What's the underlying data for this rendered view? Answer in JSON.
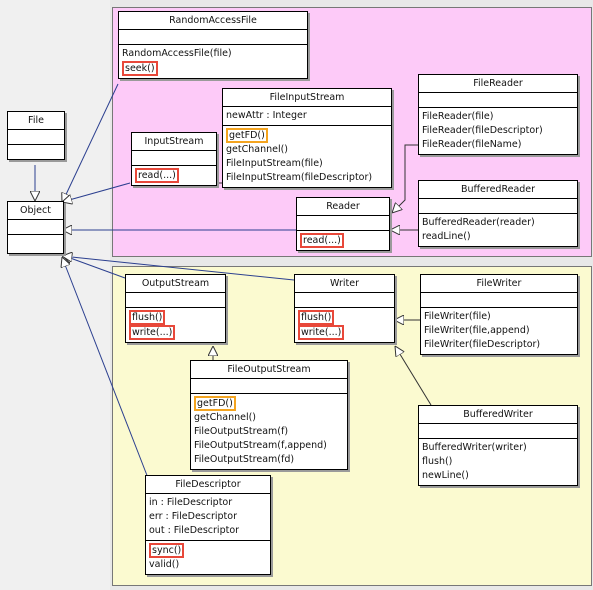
{
  "classes": {
    "random_access_file": {
      "name": "RandomAccessFile",
      "ops": [
        "RandomAccessFile(file)",
        "seek()"
      ]
    },
    "file_input_stream": {
      "name": "FileInputStream",
      "attrs": [
        "newAttr : Integer"
      ],
      "ops": [
        "getFD()",
        "getChannel()",
        "FileInputStream(file)",
        "FileInputStream(fileDescriptor)"
      ]
    },
    "input_stream": {
      "name": "InputStream",
      "ops": [
        "read(...)"
      ]
    },
    "file": {
      "name": "File"
    },
    "object": {
      "name": "Object"
    },
    "file_reader": {
      "name": "FileReader",
      "ops": [
        "FileReader(file)",
        "FileReader(fileDescriptor)",
        "FileReader(fileName)"
      ]
    },
    "buffered_reader": {
      "name": "BufferedReader",
      "ops": [
        "BufferedReader(reader)",
        "readLine()"
      ]
    },
    "reader": {
      "name": "Reader",
      "ops": [
        "read(...)"
      ]
    },
    "output_stream": {
      "name": "OutputStream",
      "ops": [
        "flush()",
        "write(...)"
      ]
    },
    "writer": {
      "name": "Writer",
      "ops": [
        "flush()",
        "write(...)"
      ]
    },
    "file_writer": {
      "name": "FileWriter",
      "ops": [
        "FileWriter(file)",
        "FileWriter(file,append)",
        "FileWriter(fileDescriptor)"
      ]
    },
    "file_output_stream": {
      "name": "FileOutputStream",
      "ops": [
        "getFD()",
        "getChannel()",
        "FileOutputStream(f)",
        "FileOutputStream(f,append)",
        "FileOutputStream(fd)"
      ]
    },
    "buffered_writer": {
      "name": "BufferedWriter",
      "ops": [
        "BufferedWriter(writer)",
        "flush()",
        "newLine()"
      ]
    },
    "file_descriptor": {
      "name": "FileDescriptor",
      "attrs": [
        "in : FileDescriptor",
        "err : FileDescriptor",
        "out : FileDescriptor"
      ],
      "ops": [
        "sync()",
        "valid()"
      ]
    }
  },
  "colors": {
    "input_region": "#fdcaf8",
    "output_region": "#fbfad0",
    "highlight_red": "#e8483a",
    "highlight_orange": "#f4a41f"
  }
}
